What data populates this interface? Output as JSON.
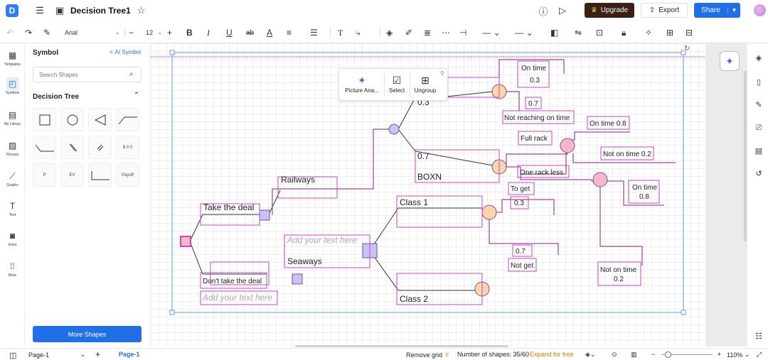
{
  "app": {
    "logo_letter": "D",
    "doc_title": "Decision Tree1",
    "upgrade_label": "Upgrade",
    "export_label": "Export",
    "share_label": "Share"
  },
  "toolbar": {
    "font_family": "Arial",
    "font_size": "12"
  },
  "rail": [
    {
      "label": "Templates"
    },
    {
      "label": "Symbols"
    },
    {
      "label": "My Library"
    },
    {
      "label": "Pictures"
    },
    {
      "label": "Graphs"
    },
    {
      "label": "Text"
    },
    {
      "label": "Icons"
    },
    {
      "label": "More"
    }
  ],
  "panel": {
    "title": "Symbol",
    "ai_symbol": "AI Symbol",
    "search_placeholder": "Search Shapes",
    "section_title": "Decision Tree",
    "shapes": [
      "P",
      "EV",
      "Payoff",
      "$ 0 0"
    ],
    "more_shapes": "More Shapes"
  },
  "floatbar": {
    "picture_analysis": "Picture Ana...",
    "select": "Select",
    "ungroup": "Ungroup"
  },
  "diagram": {
    "take_deal": "Take the deal",
    "dont_take_deal": "Don't take the deal",
    "add_text_1": "Add your text here",
    "add_text_2": "Add your text here",
    "railways": "Railways",
    "seaways": "Seaways",
    "class1": "Class 1",
    "class2": "Class 2",
    "boxn": "BOXN",
    "p07_boxn": "0.7",
    "p03_top": "0.3",
    "on_time_a": "On time",
    "on_time_a_val": "0.3",
    "not_reaching_val": "0.7",
    "not_reaching": "Not reaching on time",
    "full_rack": "Full rack",
    "on_time_08": "On time 0.8",
    "not_on_time_02_top": "Not on time 0.2",
    "one_rack_less": "One rack less",
    "on_time_b": "On time",
    "on_time_b_val": "0.8",
    "to_get": "To get",
    "to_get_val": "0.3",
    "not_get_val": "0.7",
    "not_get": "Not get",
    "not_on_time_c": "Not on time",
    "not_on_time_c_val": "0.2"
  },
  "status": {
    "page_select": "Page-1",
    "page_tab": "Page-1",
    "remove_grid": "Remove grid",
    "shape_count": "Number of shapes: 35/60",
    "expand": "Expand for free",
    "zoom": "110%"
  },
  "colors": {
    "accent": "#1e6fe8",
    "magenta": "#c447c4",
    "decision_fill": "#f7b7c7",
    "chance_fill": "#ffd4a8",
    "square_fill": "#c8c3f3"
  }
}
